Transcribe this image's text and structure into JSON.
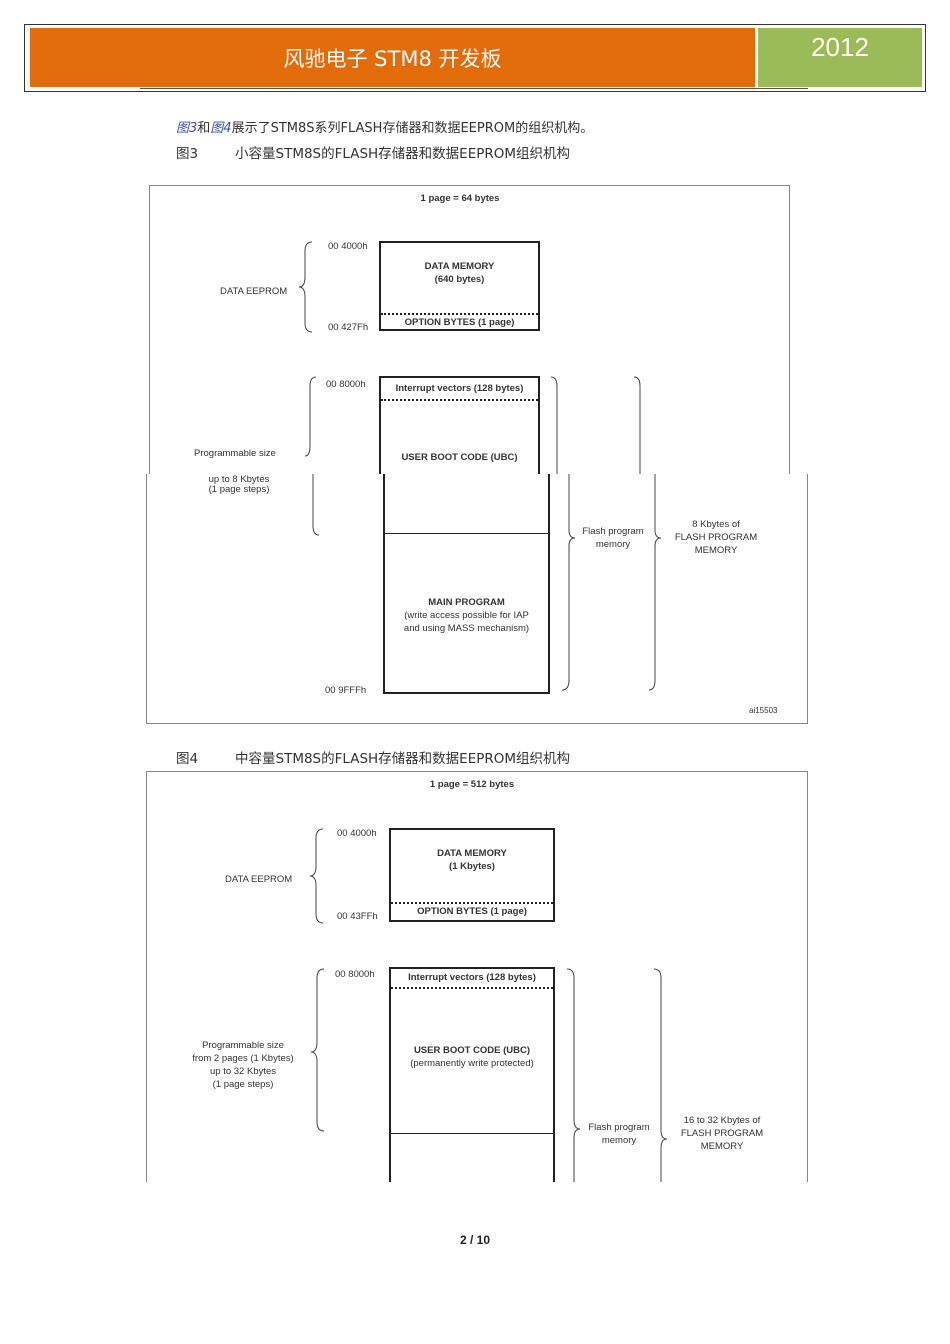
{
  "header": {
    "title": "风驰电子 STM8 开发板",
    "year": "2012",
    "title_bg": "#e36c0a",
    "year_bg": "#9bbb59"
  },
  "intro": {
    "ref1": "图3",
    "and": "和",
    "ref2": "图4",
    "rest": "展示了STM8S系列FLASH存储器和数据EEPROM的组织机构。"
  },
  "figure3": {
    "number": "图3",
    "caption": "小容量STM8S的FLASH存储器和数据EEPROM组织机构",
    "page_size": "1 page = 64 bytes",
    "eeprom_label": "DATA EEPROM",
    "addr_start": "00 4000h",
    "addr_eeprom_end": "00 427Fh",
    "data_memory": "DATA MEMORY",
    "data_memory_size": "(640 bytes)",
    "option_bytes": "OPTION BYTES (1 page)",
    "addr_flash_start": "00 8000h",
    "interrupt_vectors": "Interrupt vectors (128 bytes)",
    "ubc": "USER BOOT CODE (UBC)",
    "programmable_1": "Programmable size",
    "programmable_2": "up to 8 Kbytes",
    "programmable_3": "(1 page steps)",
    "flash_program_1": "Flash program",
    "flash_program_2": "memory",
    "flash_total_1": "8 Kbytes of",
    "flash_total_2": "FLASH PROGRAM",
    "flash_total_3": "MEMORY",
    "main_program": "MAIN PROGRAM",
    "main_note_1": "(write access possible for IAP",
    "main_note_2": "and using MASS mechanism)",
    "addr_end": "00 9FFFh",
    "ref_code": "ai15503"
  },
  "figure4": {
    "number": "图4",
    "caption": "中容量STM8S的FLASH存储器和数据EEPROM组织机构",
    "page_size": "1 page = 512 bytes",
    "eeprom_label": "DATA EEPROM",
    "addr_start": "00 4000h",
    "addr_eeprom_end": "00 43FFh",
    "data_memory": "DATA MEMORY",
    "data_memory_size": "(1 Kbytes)",
    "option_bytes": "OPTION BYTES (1 page)",
    "addr_flash_start": "00 8000h",
    "interrupt_vectors": "Interrupt vectors (128 bytes)",
    "ubc": "USER BOOT CODE (UBC)",
    "ubc_note": "(permanently write protected)",
    "programmable_1": "Programmable size",
    "programmable_2": "from 2 pages (1 Kbytes)",
    "programmable_3": "up to 32 Kbytes",
    "programmable_4": "(1 page steps)",
    "flash_program_1": "Flash program",
    "flash_program_2": "memory",
    "flash_total_1": "16 to 32 Kbytes of",
    "flash_total_2": "FLASH PROGRAM",
    "flash_total_3": "MEMORY"
  },
  "footer": {
    "page_number": "2 / 10"
  }
}
